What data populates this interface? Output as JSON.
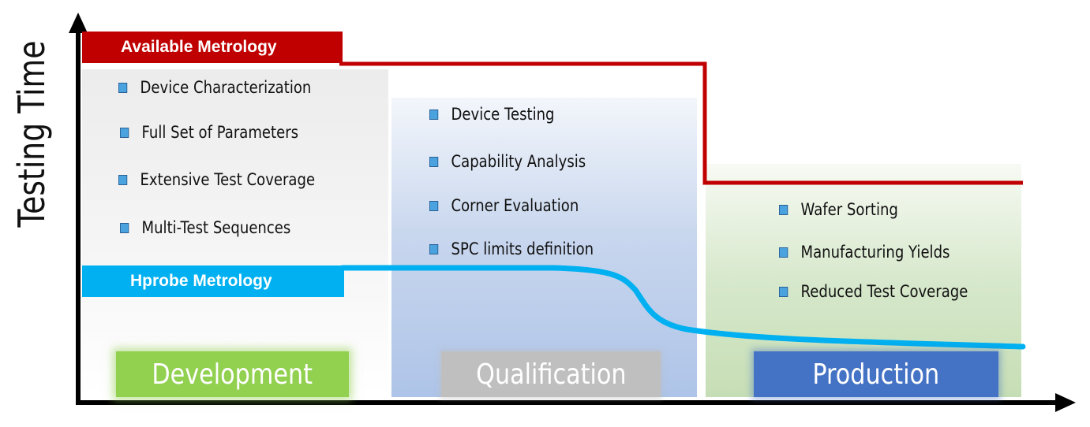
{
  "diagram": {
    "y_axis_label": "Testing Time",
    "available_metrology": {
      "label": "Available Metrology",
      "color": "#c00000"
    },
    "hprobe_metrology": {
      "label": "Hprobe Metrology",
      "color": "#00b0f0"
    },
    "development": {
      "items": [
        "Device Characterization",
        "Full Set of Parameters",
        "Extensive Test Coverage",
        "Multi-Test Sequences"
      ],
      "button_label": "Development",
      "color": "#92d050"
    },
    "qualification": {
      "items": [
        "Device Testing",
        "Capability Analysis",
        "Corner Evaluation",
        "SPC limits definition"
      ],
      "button_label": "Qualification",
      "color": "#bfbfbf"
    },
    "production": {
      "items": [
        "Wafer Sorting",
        "Manufacturing Yields",
        "Reduced Test Coverage"
      ],
      "button_label": "Production",
      "color": "#4472c4"
    }
  }
}
